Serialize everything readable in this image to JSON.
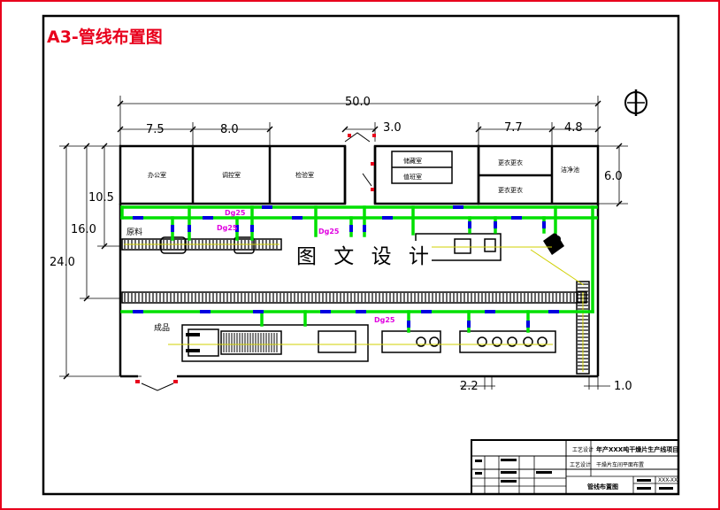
{
  "title": "A3-管线布置图",
  "watermark": "图 文 设 计",
  "dimensions": {
    "total_width": "50.0",
    "w_office": "7.5",
    "w_middle": "8.0",
    "w_gap": "3.0",
    "w_right1": "7.7",
    "w_right2": "4.8",
    "h_24": "24.0",
    "h_16": "16.0",
    "h_10_5": "10.5",
    "h_6": "6.0",
    "d_2_2": "2.2",
    "d_1_0": "1.0"
  },
  "rooms": {
    "office": "办公室",
    "control": "调控室",
    "inspect": "检验室",
    "store": "储藏室",
    "duty": "值班室",
    "change_m": "更衣更衣",
    "change_f": "更衣更衣",
    "wash": "洁净池"
  },
  "pipe_labels": [
    "Dg25",
    "Dg25",
    "Dg25",
    "Dg25"
  ],
  "area_labels": {
    "raw": "原料",
    "product": "成品"
  },
  "title_block": {
    "project": "年产XXX吨干燥片生产线项目",
    "drawing_name": "管线布置图",
    "org": "工艺设计",
    "section": "干燥片车间平面布置",
    "code": "XXX-XX"
  },
  "colors": {
    "frame_red": "#e8001c",
    "pipe_green": "#00e000",
    "valve_blue": "#0000e0",
    "label_magenta": "#e000e0"
  }
}
